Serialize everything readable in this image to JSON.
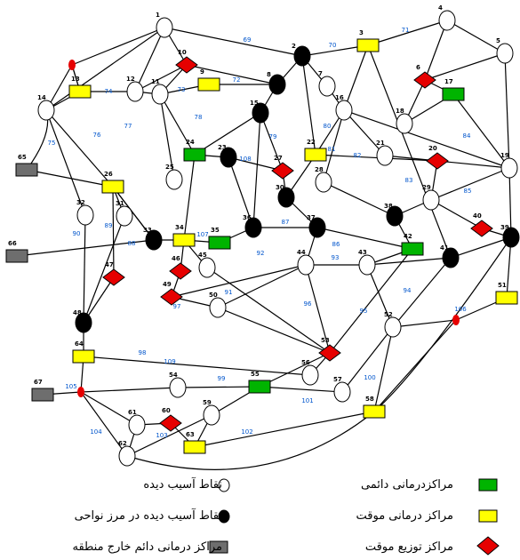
{
  "legend": {
    "white_node": "نقاط آسیب دیده",
    "black_node": "نقاط آسیب دیده در مرز نواحی",
    "gray_center": "مراکز درمانی دائم خارج منطقه",
    "green_center": "مراکزدرمانی دائمی",
    "yellow_center": "مراکز درمانی موقت",
    "red_center": "مراکز توزیع موقت"
  },
  "colors": {
    "green": "#00b400",
    "yellow": "#ffff00",
    "red": "#e60000",
    "gray": "#6e6e6e",
    "black": "#000000",
    "white": "#ffffff",
    "edge_label": "#0055cc"
  },
  "nodes": [
    {
      "id": "1",
      "type": "white"
    },
    {
      "id": "2",
      "type": "black"
    },
    {
      "id": "3",
      "type": "yellow"
    },
    {
      "id": "4",
      "type": "white"
    },
    {
      "id": "5",
      "type": "white"
    },
    {
      "id": "6",
      "type": "red"
    },
    {
      "id": "7",
      "type": "white"
    },
    {
      "id": "8",
      "type": "black"
    },
    {
      "id": "9",
      "type": "yellow"
    },
    {
      "id": "10",
      "type": "red"
    },
    {
      "id": "11",
      "type": "white"
    },
    {
      "id": "12",
      "type": "white"
    },
    {
      "id": "13",
      "type": "yellow"
    },
    {
      "id": "14",
      "type": "white"
    },
    {
      "id": "15",
      "type": "black"
    },
    {
      "id": "16",
      "type": "white"
    },
    {
      "id": "17",
      "type": "green"
    },
    {
      "id": "18",
      "type": "white"
    },
    {
      "id": "19",
      "type": "white"
    },
    {
      "id": "20",
      "type": "red"
    },
    {
      "id": "21",
      "type": "white"
    },
    {
      "id": "22",
      "type": "yellow"
    },
    {
      "id": "23",
      "type": "black"
    },
    {
      "id": "24",
      "type": "green"
    },
    {
      "id": "25",
      "type": "white"
    },
    {
      "id": "26",
      "type": "yellow"
    },
    {
      "id": "27",
      "type": "red"
    },
    {
      "id": "28",
      "type": "white"
    },
    {
      "id": "29",
      "type": "white"
    },
    {
      "id": "30",
      "type": "black"
    },
    {
      "id": "31",
      "type": "white"
    },
    {
      "id": "32",
      "type": "white"
    },
    {
      "id": "33",
      "type": "black"
    },
    {
      "id": "34",
      "type": "yellow"
    },
    {
      "id": "35",
      "type": "green"
    },
    {
      "id": "36",
      "type": "black"
    },
    {
      "id": "37",
      "type": "black"
    },
    {
      "id": "38",
      "type": "black"
    },
    {
      "id": "39",
      "type": "black"
    },
    {
      "id": "40",
      "type": "red"
    },
    {
      "id": "41",
      "type": "black"
    },
    {
      "id": "42",
      "type": "green"
    },
    {
      "id": "43",
      "type": "white"
    },
    {
      "id": "44",
      "type": "white"
    },
    {
      "id": "45",
      "type": "white"
    },
    {
      "id": "46",
      "type": "red"
    },
    {
      "id": "47",
      "type": "red"
    },
    {
      "id": "48",
      "type": "black"
    },
    {
      "id": "49",
      "type": "red"
    },
    {
      "id": "50",
      "type": "white"
    },
    {
      "id": "51",
      "type": "yellow"
    },
    {
      "id": "52",
      "type": "white"
    },
    {
      "id": "53",
      "type": "red"
    },
    {
      "id": "54",
      "type": "white"
    },
    {
      "id": "55",
      "type": "green"
    },
    {
      "id": "56",
      "type": "white"
    },
    {
      "id": "57",
      "type": "white"
    },
    {
      "id": "58",
      "type": "yellow"
    },
    {
      "id": "59",
      "type": "white"
    },
    {
      "id": "60",
      "type": "red"
    },
    {
      "id": "61",
      "type": "white"
    },
    {
      "id": "62",
      "type": "white"
    },
    {
      "id": "63",
      "type": "yellow"
    },
    {
      "id": "64",
      "type": "yellow"
    },
    {
      "id": "65",
      "type": "gray"
    },
    {
      "id": "66",
      "type": "gray"
    },
    {
      "id": "67",
      "type": "gray"
    }
  ],
  "edge_labels": [
    "69",
    "70",
    "71",
    "72",
    "73",
    "74",
    "75",
    "76",
    "77",
    "78",
    "79",
    "80",
    "81",
    "82",
    "83",
    "84",
    "85",
    "86",
    "87",
    "88",
    "89",
    "90",
    "91",
    "92",
    "93",
    "94",
    "95",
    "96",
    "97",
    "98",
    "99",
    "100",
    "101",
    "102",
    "103",
    "104",
    "105",
    "106",
    "107",
    "108",
    "109"
  ]
}
